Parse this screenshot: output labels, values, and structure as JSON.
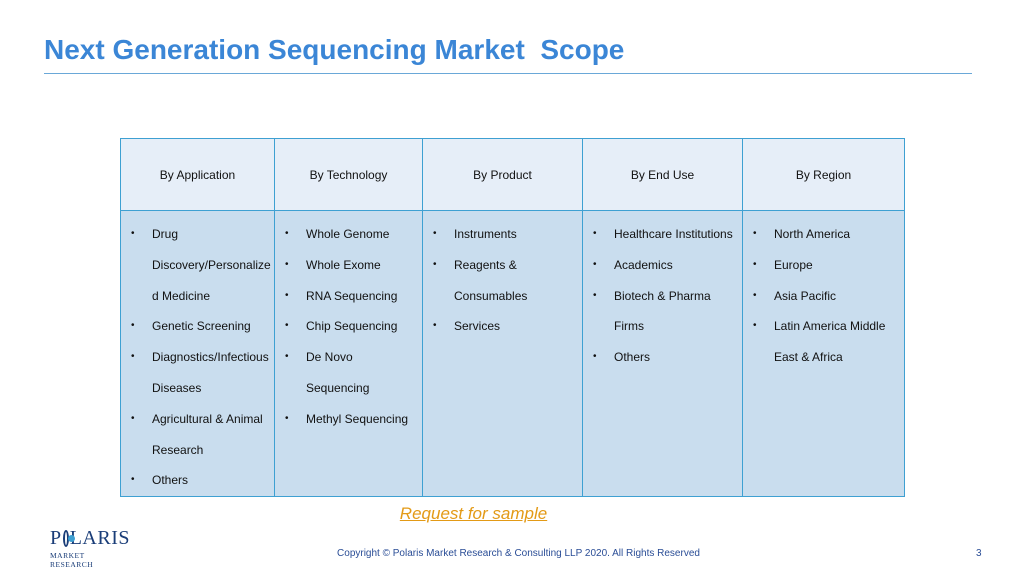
{
  "slide": {
    "title": "Next Generation Sequencing Market  Scope",
    "cta": "Request for sample",
    "copyright": "Copyright © Polaris Market Research & Consulting LLP 2020. All Rights Reserved",
    "page_number": "3"
  },
  "logo": {
    "word_left": "P",
    "word_right": "LARIS",
    "subtitle": "MARKET RESEARCH"
  },
  "table": {
    "columns": [
      {
        "header": "By Application",
        "items": [
          {
            "bullet": "•",
            "text": "Drug"
          },
          {
            "bullet": "",
            "text": "Discovery/Personalize"
          },
          {
            "bullet": "",
            "text": "d Medicine"
          },
          {
            "bullet": "•",
            "text": "Genetic Screening"
          },
          {
            "bullet": "•",
            "text": "Diagnostics/Infectious"
          },
          {
            "bullet": "",
            "text": "Diseases"
          },
          {
            "bullet": "•",
            "text": "Agricultural & Animal"
          },
          {
            "bullet": "",
            "text": "Research"
          },
          {
            "bullet": "•",
            "text": "Others"
          }
        ]
      },
      {
        "header": "By Technology",
        "items": [
          {
            "bullet": "•",
            "text": "Whole Genome"
          },
          {
            "bullet": "•",
            "text": "Whole Exome"
          },
          {
            "bullet": "•",
            "text": "RNA Sequencing"
          },
          {
            "bullet": "•",
            "text": "Chip Sequencing"
          },
          {
            "bullet": "•",
            "text": "De Novo Sequencing"
          },
          {
            "bullet": "•",
            "text": "Methyl Sequencing"
          }
        ]
      },
      {
        "header": "By Product",
        "items": [
          {
            "bullet": "•",
            "text": "Instruments"
          },
          {
            "bullet": "•",
            "text": "Reagents &"
          },
          {
            "bullet": "",
            "text": "Consumables"
          },
          {
            "bullet": "•",
            "text": "Services"
          }
        ]
      },
      {
        "header": "By End Use",
        "items": [
          {
            "bullet": "•",
            "text": "Healthcare Institutions"
          },
          {
            "bullet": "•",
            "text": "Academics"
          },
          {
            "bullet": "•",
            "text": "Biotech & Pharma"
          },
          {
            "bullet": "",
            "text": "Firms"
          },
          {
            "bullet": "•",
            "text": "Others"
          }
        ]
      },
      {
        "header": "By Region",
        "items": [
          {
            "bullet": "•",
            "text": "North America"
          },
          {
            "bullet": "•",
            "text": "Europe"
          },
          {
            "bullet": "•",
            "text": "Asia Pacific"
          },
          {
            "bullet": "•",
            "text": "Latin America Middle"
          },
          {
            "bullet": "",
            "text": "East & Africa"
          }
        ]
      }
    ]
  },
  "colors": {
    "title": "#3b86d6",
    "header_bg": "#e6eef8",
    "cell_bg": "#c9ddee",
    "border": "#3ea0d2",
    "cta": "#e39a16",
    "footer_text": "#2a4d96"
  }
}
